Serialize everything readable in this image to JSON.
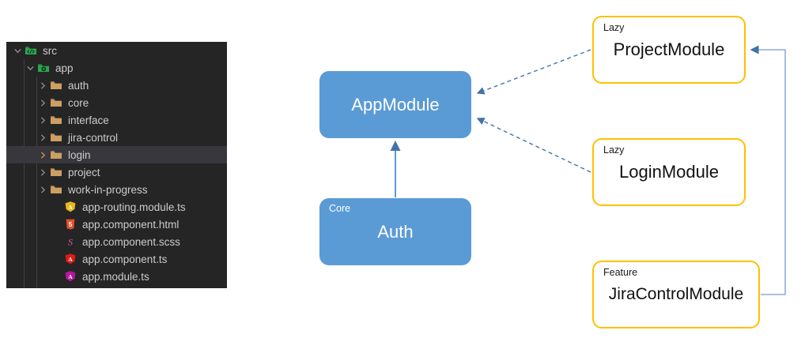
{
  "explorer": {
    "name": "file-explorer",
    "background": "#252526",
    "text_color": "#cccccc",
    "selected_row_background": "#37373d",
    "items": [
      {
        "label": "src",
        "type": "folder",
        "icon": "folder-src-icon",
        "state": "expanded",
        "indent": 0,
        "selected": false
      },
      {
        "label": "app",
        "type": "folder",
        "icon": "folder-app-icon",
        "state": "expanded",
        "indent": 1,
        "selected": false
      },
      {
        "label": "auth",
        "type": "folder",
        "icon": "folder-icon",
        "state": "collapsed",
        "indent": 2,
        "selected": false
      },
      {
        "label": "core",
        "type": "folder",
        "icon": "folder-icon",
        "state": "collapsed",
        "indent": 2,
        "selected": false
      },
      {
        "label": "interface",
        "type": "folder",
        "icon": "folder-icon",
        "state": "collapsed",
        "indent": 2,
        "selected": false
      },
      {
        "label": "jira-control",
        "type": "folder",
        "icon": "folder-icon",
        "state": "collapsed",
        "indent": 2,
        "selected": false
      },
      {
        "label": "login",
        "type": "folder",
        "icon": "folder-icon",
        "state": "collapsed",
        "indent": 2,
        "selected": true
      },
      {
        "label": "project",
        "type": "folder",
        "icon": "folder-icon",
        "state": "collapsed",
        "indent": 2,
        "selected": false
      },
      {
        "label": "work-in-progress",
        "type": "folder",
        "icon": "folder-icon",
        "state": "collapsed",
        "indent": 2,
        "selected": false
      },
      {
        "label": "app-routing.module.ts",
        "type": "file",
        "icon": "angular-routing-icon",
        "state": "none",
        "indent": 3,
        "selected": false
      },
      {
        "label": "app.component.html",
        "type": "file",
        "icon": "html5-icon",
        "state": "none",
        "indent": 3,
        "selected": false
      },
      {
        "label": "app.component.scss",
        "type": "file",
        "icon": "sass-icon",
        "state": "none",
        "indent": 3,
        "selected": false
      },
      {
        "label": "app.component.ts",
        "type": "file",
        "icon": "angular-component-icon",
        "state": "none",
        "indent": 3,
        "selected": false
      },
      {
        "label": "app.module.ts",
        "type": "file",
        "icon": "angular-module-icon",
        "state": "none",
        "indent": 3,
        "selected": false
      }
    ]
  },
  "diagram": {
    "colors": {
      "blue_fill": "#5b9bd5",
      "yellow_border": "#ffc000",
      "arrow_blue": "#4472a8",
      "connector_blue": "#8faadc",
      "white": "#ffffff"
    },
    "nodes": {
      "appmodule": {
        "title": "AppModule",
        "stereotype": "",
        "style": "blue"
      },
      "auth": {
        "title": "Auth",
        "stereotype": "Core",
        "style": "blue"
      },
      "project": {
        "title": "ProjectModule",
        "stereotype": "Lazy",
        "style": "yellow"
      },
      "login": {
        "title": "LoginModule",
        "stereotype": "Lazy",
        "style": "yellow"
      },
      "jiracontrol": {
        "title": "JiraControlModule",
        "stereotype": "Feature",
        "style": "yellow"
      }
    },
    "edges": [
      {
        "name": "project-to-appmodule",
        "from": "project",
        "to": "appmodule",
        "style": "dashed",
        "arrow": "end"
      },
      {
        "name": "login-to-appmodule",
        "from": "login",
        "to": "appmodule",
        "style": "dashed",
        "arrow": "end"
      },
      {
        "name": "auth-to-appmodule",
        "from": "auth",
        "to": "appmodule",
        "style": "solid",
        "arrow": "end"
      },
      {
        "name": "jira-to-project",
        "from": "jiracontrol",
        "to": "project",
        "style": "solid",
        "arrow": "end"
      }
    ]
  }
}
